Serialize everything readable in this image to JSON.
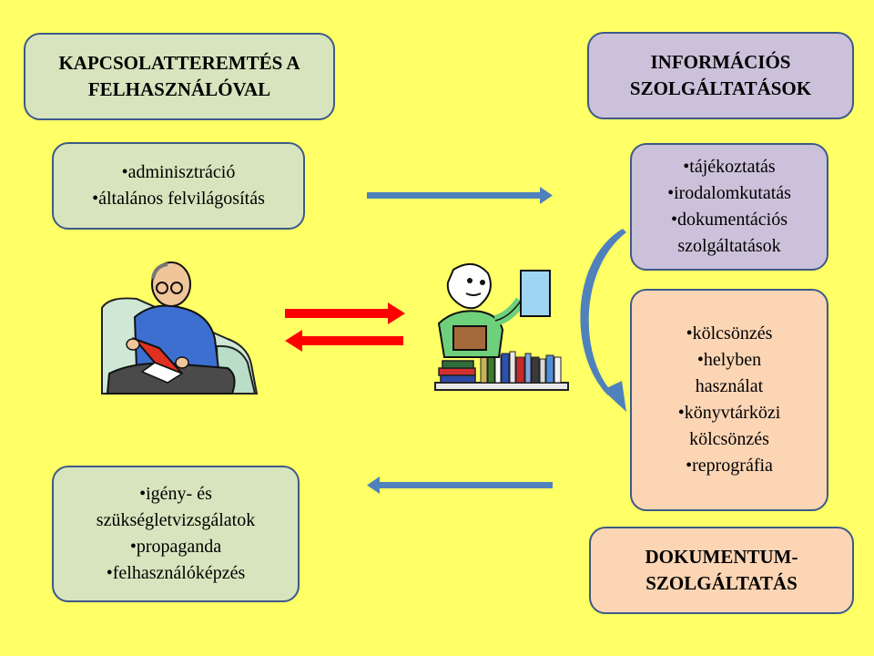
{
  "colors": {
    "background": "#ffff66",
    "green_box": "#d7e4bd",
    "purple_box": "#ccc1da",
    "peach_box": "#fcd5b5",
    "border": "#3d5a86",
    "blue_arrow": "#4f81bd",
    "red_arrow": "#ff0000"
  },
  "boxes": {
    "contact_title": {
      "lines": [
        "KAPCSOLATTEREMTÉS A",
        "FELHASZNÁLÓVAL"
      ]
    },
    "contact_items": {
      "lines": [
        "•adminisztráció",
        "•általános felvilágosítás"
      ]
    },
    "info_title": {
      "lines": [
        "INFORMÁCIÓS",
        "SZOLGÁLTATÁSOK"
      ]
    },
    "info_items": {
      "lines": [
        "•tájékoztatás",
        "•irodalomkutatás",
        "•dokumentációs",
        "szolgáltatások"
      ]
    },
    "doc_items": {
      "lines": [
        "•kölcsönzés",
        "•helyben",
        "használat",
        "•könyvtárközi",
        "kölcsönzés",
        "•reprográfia"
      ]
    },
    "needs_items": {
      "lines": [
        "•igény- és",
        "szükségletvizsgálatok",
        "•propaganda",
        "•felhasználóképzés"
      ]
    },
    "doc_title": {
      "lines": [
        "DOKUMENTUM-",
        "SZOLGÁLTATÁS"
      ]
    }
  },
  "images": {
    "reader": "reader-clipart",
    "librarian": "librarian-clipart"
  }
}
